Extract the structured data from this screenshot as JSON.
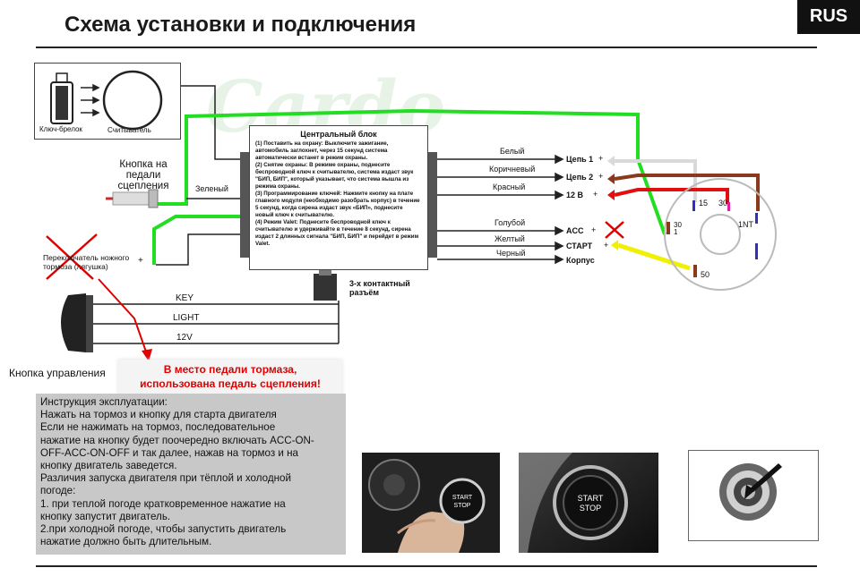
{
  "header": {
    "title": "Схема установки и подключения",
    "lang_badge": "RUS"
  },
  "keyfob": {
    "fob_label": "Ключ-брелок",
    "reader_label": "Считыватель"
  },
  "clutch_button": {
    "label_line1": "Кнопка на",
    "label_line2": "педали сцепления",
    "wire_label": "Зеленый"
  },
  "foot_brake": {
    "label_line1": "Переключатель ножного",
    "label_line2": "тормоза (лягушка)",
    "plus": "+"
  },
  "central_unit": {
    "title": "Центральный блок",
    "paragraphs": [
      "(1) Поставить на охрану: Выключите зажигание, автомобиль заглохнет, через 15 секунд система автоматически встанет в режим охраны.",
      "(2) Снятие охраны: В режиме охраны, поднесите беспроводной ключ к считывателю, система издаст звук \"БИП, БИП\", который указывает, что система вышла из режима охраны.",
      "(3) Программирование ключей: Нажмите кнопку на плате главного модуля (необходимо разобрать корпус) в течение 5 секунд, когда сирена издаст звук «БИП», поднесите новый ключ к считывателю.",
      "(4) Режим Valet: Поднесите беспроводной ключ к считывателю и удерживайте в течение 8 секунд, сирена издаст 2 длинных сигнала \"БИП, БИП\" и перейдет в режим Valet."
    ]
  },
  "connector": {
    "label_line1": "3-х контактный",
    "label_line2": "разъём"
  },
  "output_wires": [
    {
      "color_name": "Белый",
      "target": "Цепь 1",
      "sign": "+"
    },
    {
      "color_name": "Коричневый",
      "target": "Цепь 2",
      "sign": "+"
    },
    {
      "color_name": "Красный",
      "target": "12 В",
      "sign": "+"
    },
    {
      "color_name": "Голубой",
      "target": "ACC",
      "sign": "+"
    },
    {
      "color_name": "Желтый",
      "target": "СТАРТ",
      "sign": "+"
    },
    {
      "color_name": "Черный",
      "target": "Корпус",
      "sign": ""
    }
  ],
  "ignition_switch": {
    "pins": [
      "15",
      "30",
      "1NT",
      "30\n1",
      "50"
    ]
  },
  "control_button": {
    "label": "Кнопка управления",
    "wires": [
      "KEY",
      "LIGHT",
      "12V"
    ]
  },
  "red_note": {
    "line1": "В место педали тормаза,",
    "line2": "использована педаль сцепления!"
  },
  "instructions": {
    "lines": [
      "Инструкция эксплуатации:",
      "Нажать на тормоз и кнопку для старта двигателя",
      "Если не нажимать на тормоз, последовательное",
      "нажатие на кнопку будет поочередно включать ACC-ON-",
      "OFF-ACC-ON-OFF и так далее, нажав на тормоз и на",
      "кнопку двигатель заведется.",
      "Различия запуска двигателя при тёплой и холодной",
      "погоде:",
      "1. при теплой погоде кратковременное нажатие на",
      "кнопку запустит двигатель.",
      "2.при холодной погоде, чтобы запустить двигатель",
      "нажатие должно быть длительным."
    ]
  },
  "photos": {
    "button_text_line1": "START",
    "button_text_line2": "STOP"
  },
  "watermark": "Cardo",
  "colors": {
    "wire_green": "#22dd22",
    "wire_white": "#d9d9d9",
    "wire_brown": "#8a3a1a",
    "wire_red": "#e01010",
    "wire_yellow": "#f0f000",
    "cross_red": "#e00000",
    "arrow_red": "#e00000",
    "note_red": "#e00000",
    "pin_blue": "#3030c0",
    "pin_pink": "#e020a0"
  }
}
